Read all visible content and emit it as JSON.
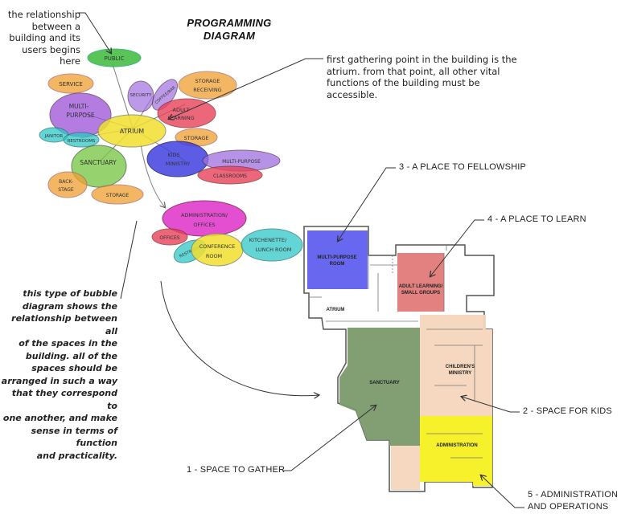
{
  "title": {
    "line1": "PROGRAMMING",
    "line2": "DIAGRAM"
  },
  "notes": {
    "relationship": [
      "the relationship",
      "between a",
      "building and its",
      "users begins here"
    ],
    "atrium": [
      "first gathering point in the building is the",
      "atrium. from that point, all other vital",
      "functions of the building must be",
      "accessible."
    ],
    "bubble": [
      "this type of bubble",
      "diagram shows the",
      "relationship between all",
      "of the spaces in the",
      "building. all of the",
      "spaces should be",
      "arranged in such a way",
      "that they correspond to",
      "one another, and make",
      "sense in terms of function",
      "and practicality."
    ]
  },
  "callouts": {
    "fellowship": "3 - A PLACE TO FELLOWSHIP",
    "learn": "4 - A PLACE TO LEARN",
    "kids": "2 - SPACE FOR KIDS",
    "gather": "1 - SPACE TO GATHER",
    "admin1": "5 - ADMINISTRATION",
    "admin2": "AND OPERATIONS"
  },
  "bubbles": {
    "public": "PUBLIC",
    "service": "SERVICE",
    "multi1": "MULTI-",
    "multi2": "PURPOSE",
    "security": "SECURITY",
    "coffee": "COFFEE/BAR",
    "storage1": "STORAGE",
    "receiving": "RECEIVING",
    "adult1": "ADULT",
    "adult2": "LEARNING",
    "atrium": "ATRIUM",
    "janitor": "JANITOR",
    "restrooms": "RESTROOMS",
    "storage2": "STORAGE",
    "sanctuary": "SANCTUARY",
    "kids1": "KIDS",
    "kids2": "MINISTRY",
    "multipurpose": "MULTI-PURPOSE",
    "classrooms": "CLASSROOMS",
    "backstage1": "BACK-",
    "backstage2": "STAGE",
    "storage3": "STORAGE",
    "admin1": "ADMINISTRATION/",
    "admin2": "OFFICES",
    "offices": "OFFICES",
    "restroom": "RESTROOM",
    "conf1": "CONFERENCE",
    "conf2": "ROOM",
    "kitchen1": "KITCHENETTE/",
    "kitchen2": "LUNCH ROOM"
  },
  "rooms": {
    "mp1": "MULTI-PURPOSE",
    "mp2": "ROOM",
    "adult1": "ADULT LEARNING/",
    "adult2": "SMALL GROUPS",
    "atrium": "ATRIUM",
    "children1": "CHILDREN'S",
    "children2": "MINISTRY",
    "sanctuary": "SANCTUARY",
    "admin": "ADMINISTRATION"
  },
  "colors": {
    "public": "#3dbb3d",
    "service": "#f0a030",
    "multi": "#9b4fd8",
    "security": "#a070e0",
    "storage": "#f0a030",
    "adult": "#e8425a",
    "atrium": "#f2e030",
    "janitor": "#30c8c8",
    "restrooms": "#30c8c8",
    "sanctuary": "#7cc84a",
    "kids": "#4040e0",
    "multipurpose": "#a070e0",
    "classrooms": "#e8425a",
    "backstage": "#f0a030",
    "admin": "#e030c8",
    "offices": "#e8425a",
    "restroom": "#30c8c8",
    "conference": "#f2e030",
    "kitchen": "#30c8c8",
    "plan_blue": "#5a5aee",
    "plan_red": "#e07272",
    "plan_green": "#7a9a6a",
    "plan_peach": "#f4d6bc",
    "plan_yellow": "#f6f020"
  }
}
